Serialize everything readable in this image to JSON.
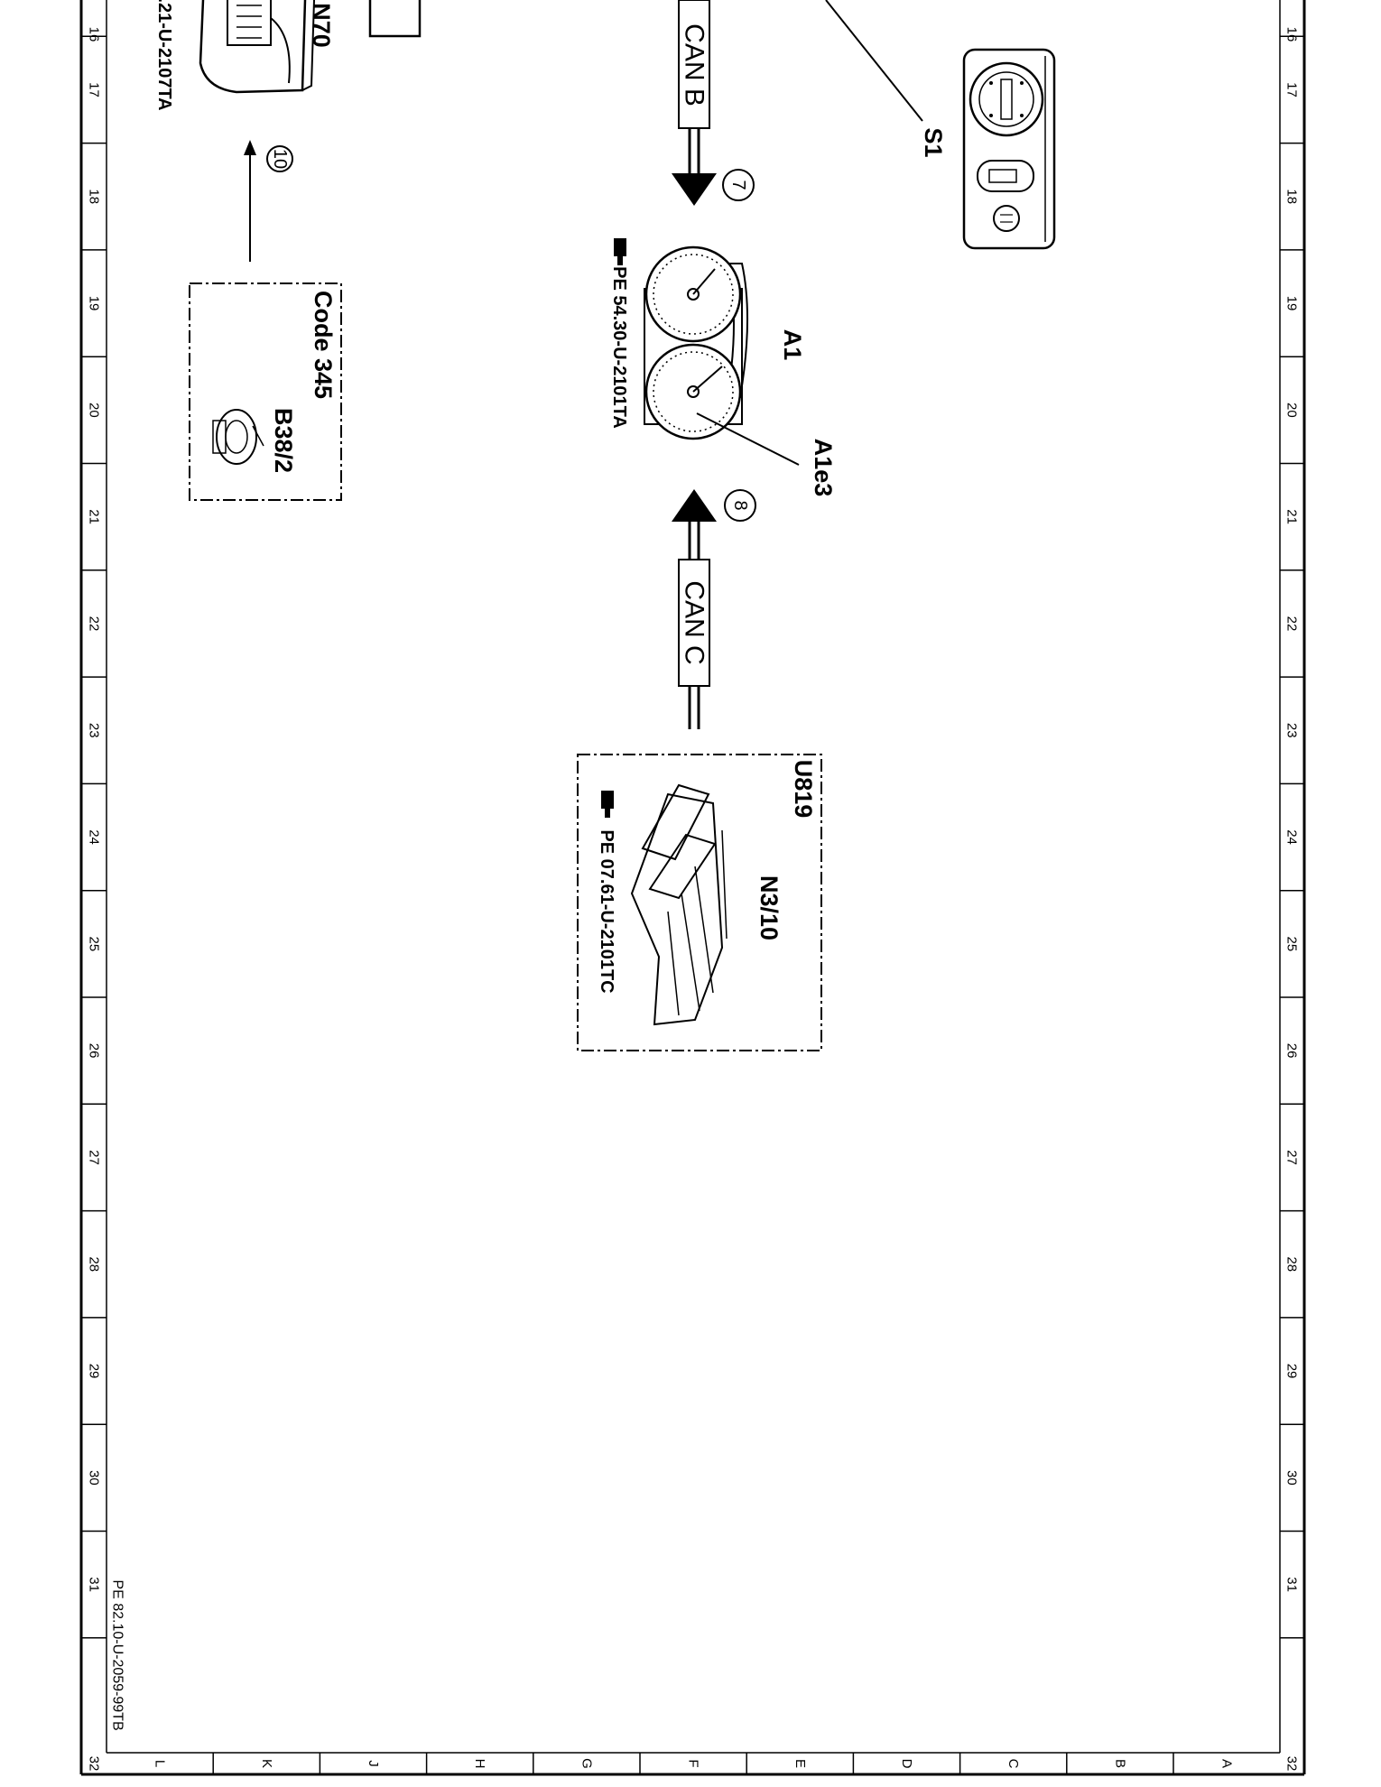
{
  "grid": {
    "columns": [
      "16",
      "17",
      "18",
      "19",
      "20",
      "21",
      "22",
      "23",
      "24",
      "25",
      "26",
      "27",
      "28",
      "29",
      "30",
      "31",
      "32"
    ],
    "rows": [
      "L",
      "K",
      "J",
      "H",
      "G",
      "F",
      "E",
      "D",
      "C",
      "B",
      "A"
    ]
  },
  "components": {
    "n70": {
      "label": "N70",
      "ref": ".21-U-2107TA"
    },
    "s1": {
      "label": "S1"
    },
    "a1": {
      "label": "A1",
      "ref": "PE 54.30-U-2101TA"
    },
    "a1e3": {
      "label": "A1e3"
    },
    "code_box": {
      "code": "Code 345",
      "label": "B38/2"
    },
    "n3_10": {
      "label": "N3/10",
      "code": "U819",
      "ref": "PE 07.61-U-2101TC"
    }
  },
  "buses": {
    "can_b": "CAN B",
    "can_c": "CAN C"
  },
  "callouts": {
    "c7": "7",
    "c8": "8",
    "c10": "10"
  },
  "footer": {
    "doc_ref": "PE 82.10-U-2059-99TB"
  },
  "icons": {
    "reference": "hand-pointer-icon"
  }
}
